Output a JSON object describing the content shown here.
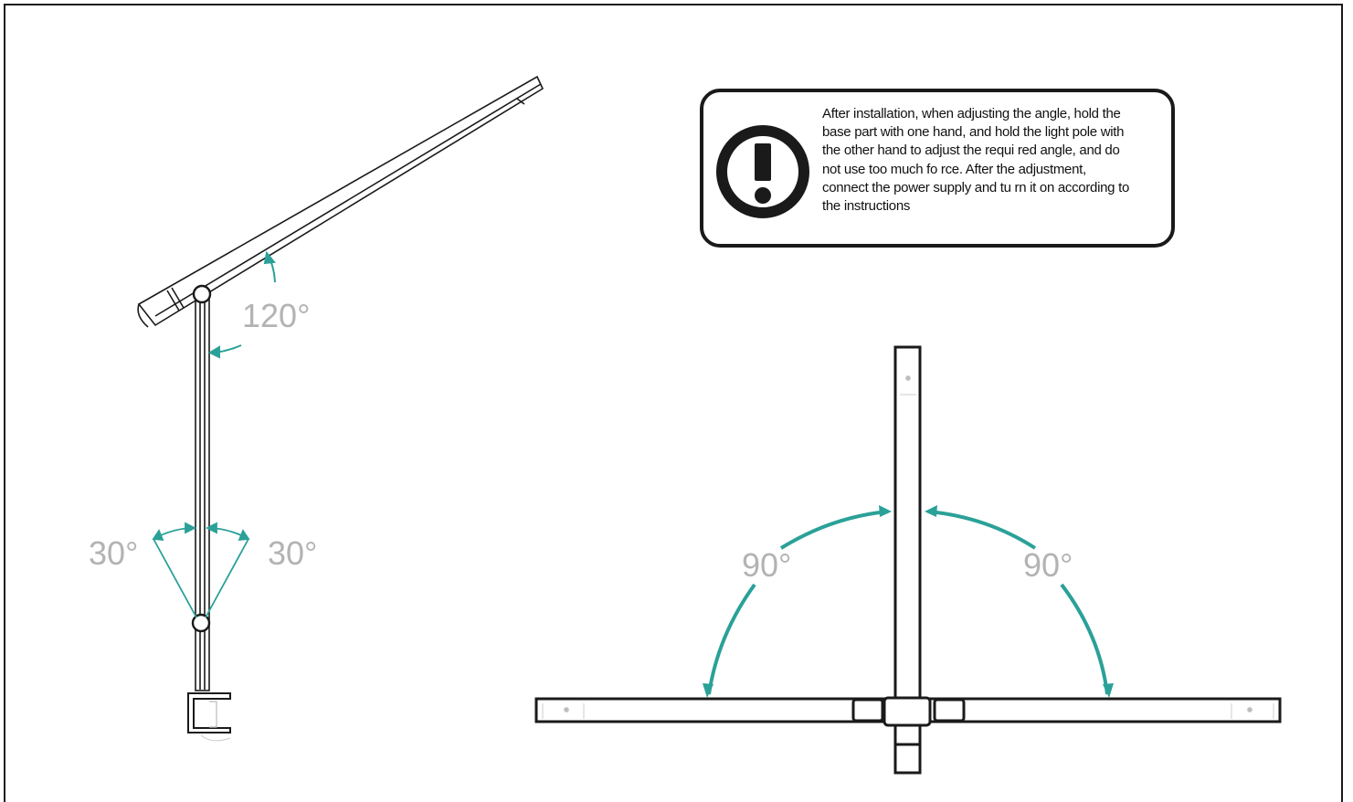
{
  "colors": {
    "line": "#1a1a1a",
    "teal": "#2aa198",
    "label_gray": "#b3b3b3"
  },
  "notice": {
    "icon": "exclamation-icon",
    "text": "After installation, when adjusting the angle, hold the base part with one hand, and hold the light pole with the other hand to adjust the requi red angle, and do not use too much fo rce. After the adjustment, connect the power supply and tu  rn it on according to the instructions"
  },
  "lamp_diagram": {
    "head_angle_label": "120°",
    "pole_left_angle_label": "30°",
    "pole_right_angle_label": "30°"
  },
  "base_diagram": {
    "left_angle_label": "90°",
    "right_angle_label": "90°"
  }
}
